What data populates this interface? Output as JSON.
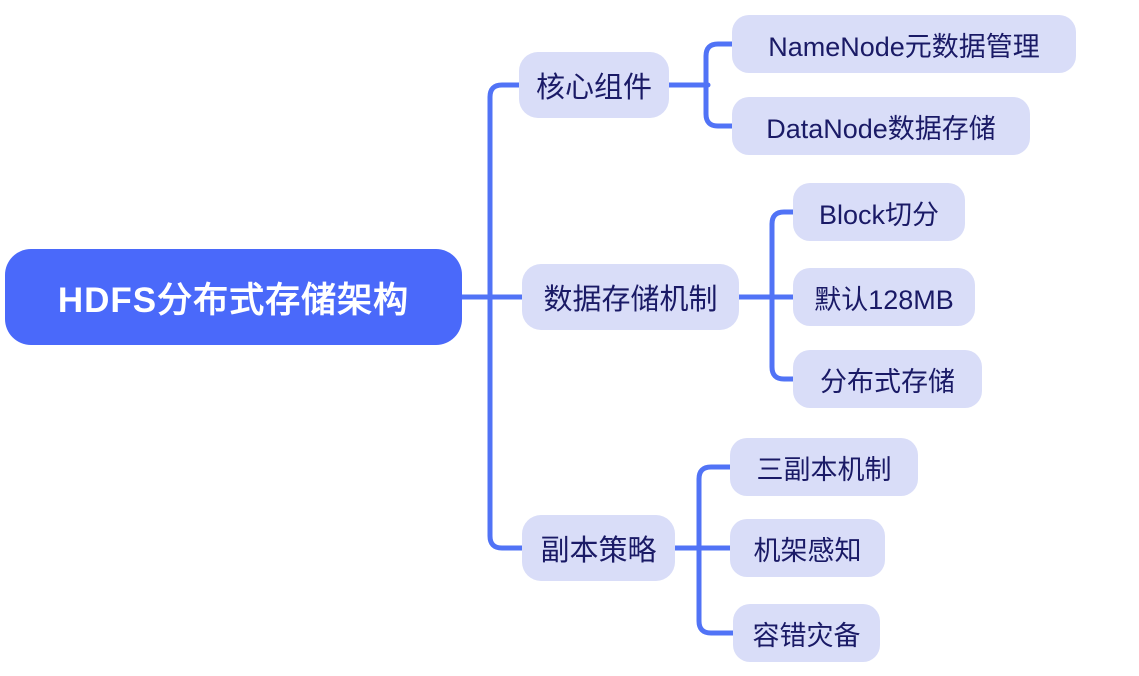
{
  "colors": {
    "root_fill": "#4a69fa",
    "root_text": "#ffffff",
    "node_fill": "#d9ddf8",
    "node_text": "#1a1a66",
    "connector": "#5173f6",
    "background": "#ffffff"
  },
  "mindmap": {
    "root": {
      "label": "HDFS分布式存储架构"
    },
    "branches": [
      {
        "label": "核心组件",
        "children": [
          {
            "label": "NameNode元数据管理"
          },
          {
            "label": "DataNode数据存储"
          }
        ]
      },
      {
        "label": "数据存储机制",
        "children": [
          {
            "label": "Block切分"
          },
          {
            "label": "默认128MB"
          },
          {
            "label": "分布式存储"
          }
        ]
      },
      {
        "label": "副本策略",
        "children": [
          {
            "label": "三副本机制"
          },
          {
            "label": "机架感知"
          },
          {
            "label": "容错灾备"
          }
        ]
      }
    ]
  }
}
